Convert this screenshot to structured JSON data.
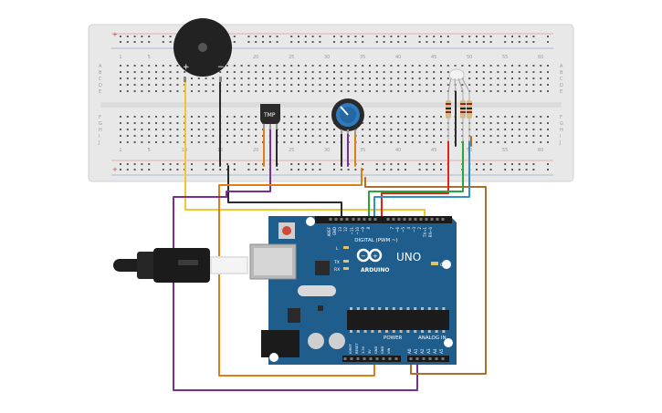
{
  "breadboard": {
    "column_numbers": [
      "1",
      "5",
      "10",
      "15",
      "20",
      "25",
      "30",
      "35",
      "40",
      "45",
      "50",
      "55",
      "60"
    ],
    "row_letters_top": [
      "A",
      "B",
      "C",
      "D",
      "E"
    ],
    "row_letters_bottom": [
      "F",
      "G",
      "H",
      "I",
      "J"
    ],
    "rail_plus": "+",
    "rail_minus": "-"
  },
  "buzzer": {
    "plus": "+",
    "minus": "−"
  },
  "sensor": {
    "label": "TMP"
  },
  "arduino": {
    "logo": "ARDUINO",
    "model": "UNO",
    "digital_label": "DIGITAL (PWM ~)",
    "power_label": "POWER",
    "analog_label": "ANALOG IN",
    "on_label": "ON",
    "led_labels": [
      "L",
      "TX",
      "RX"
    ],
    "top_header_pins": [
      "AREF",
      "GND",
      "13",
      "12",
      "~11",
      "~10",
      "~9",
      "8",
      "7",
      "~6",
      "~5",
      "4",
      "~3",
      "2",
      "TX→1",
      "RX←0"
    ],
    "power_pins": [
      "IOREF",
      "RESET",
      "3.3V",
      "5V",
      "GND",
      "GND",
      "VIN"
    ],
    "analog_pins": [
      "A0",
      "A1",
      "A2",
      "A3",
      "A4",
      "A5"
    ]
  },
  "colors": {
    "board": "#1f5d8c",
    "breadboard": "#e8e8e8",
    "wire_yellow": "#f3c72b",
    "wire_black": "#2b2b2b",
    "wire_orange": "#e07e16",
    "wire_purple": "#7a2f95",
    "wire_red": "#e0231b",
    "wire_green": "#28a53b",
    "wire_blue": "#2f8fd0",
    "wire_brown": "#b46c2b"
  }
}
